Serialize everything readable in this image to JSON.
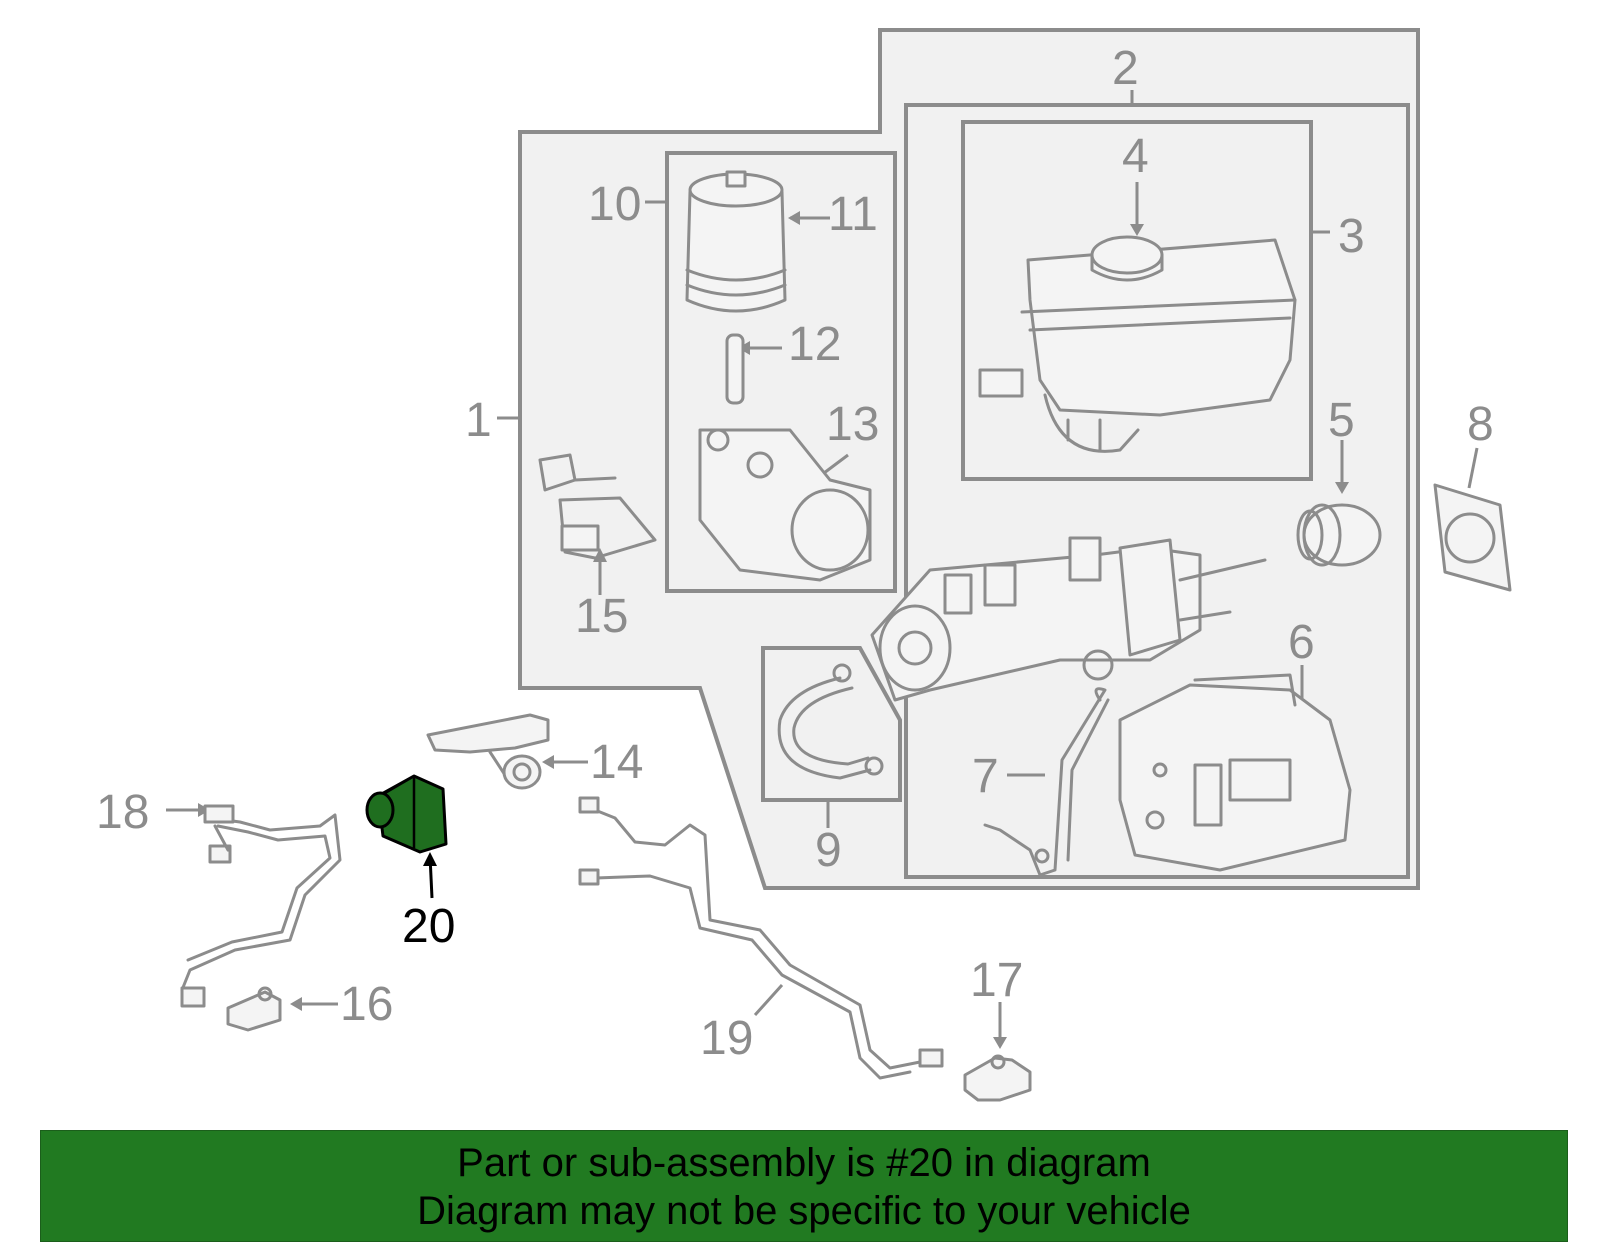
{
  "colors": {
    "part_gray": "#8c8c8c",
    "frame_fill": "#f1f1f1",
    "highlight_green": "#1f6e1f",
    "banner_green": "#217a21",
    "text_black": "#000000"
  },
  "callouts": {
    "c1": "1",
    "c2": "2",
    "c3": "3",
    "c4": "4",
    "c5": "5",
    "c6": "6",
    "c7": "7",
    "c8": "8",
    "c9": "9",
    "c10": "10",
    "c11": "11",
    "c12": "12",
    "c13": "13",
    "c14": "14",
    "c15": "15",
    "c16": "16",
    "c17": "17",
    "c18": "18",
    "c19": "19",
    "c20": "20"
  },
  "highlighted_part": "20",
  "banner": {
    "line1": "Part or sub-assembly is #20 in diagram",
    "line2": "Diagram may not be specific to your vehicle"
  }
}
